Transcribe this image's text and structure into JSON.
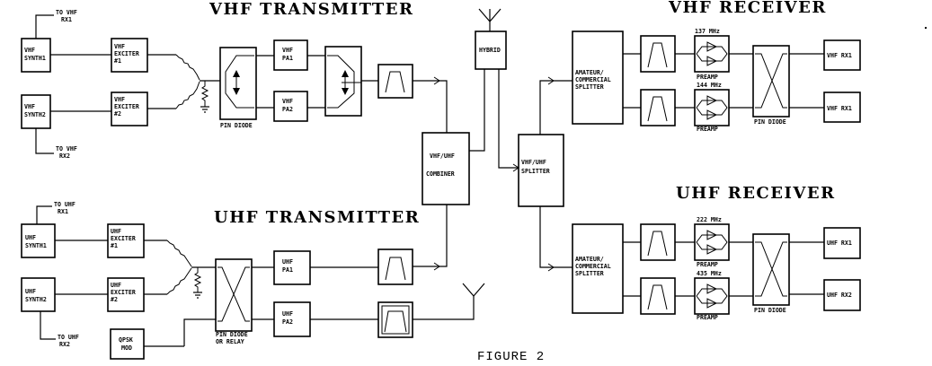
{
  "titles": {
    "vhf_tx": "VHF TRANSMITTER",
    "vhf_rx": "VHF RECEIVER",
    "uhf_tx": "UHF TRANSMITTER",
    "uhf_rx": "UHF RECEIVER",
    "figure": "FIGURE 2"
  },
  "vhf_tx": {
    "to_rx1": [
      "TO VHF",
      "RX1"
    ],
    "synth1": [
      "VHF",
      "SYNTH1"
    ],
    "synth2": [
      "VHF",
      "SYNTH2"
    ],
    "exciter1": [
      "VHF",
      "EXCITER",
      "#1"
    ],
    "exciter2": [
      "VHF",
      "EXCITER",
      "#2"
    ],
    "to_rx2": [
      "TO VHF",
      "RX2"
    ],
    "pin_diode": "PIN DIODE",
    "pa1": [
      "VHF",
      "PA1"
    ],
    "pa2": [
      "VHF",
      "PA2"
    ]
  },
  "center": {
    "hybrid": "HYBRID",
    "combiner": [
      "VHF/UHF",
      "COMBINER"
    ],
    "splitter": [
      "VHF/UHF",
      "SPLITTER"
    ]
  },
  "vhf_rx": {
    "splitter": [
      "AMATEUR/",
      "COMMERCIAL",
      "SPLITTER"
    ],
    "freq1": "137 MHz",
    "freq2": "144 MHz",
    "preamp1": "PREAMP",
    "preamp2": "PREAMP",
    "pin_diode": "PIN DIODE",
    "rx1a": "VHF RX1",
    "rx1b": "VHF RX1"
  },
  "uhf_tx": {
    "to_rx1": [
      "TO UHF",
      "RX1"
    ],
    "synth1": [
      "UHF",
      "SYNTH1"
    ],
    "synth2": [
      "UHF",
      "SYNTH2"
    ],
    "exciter1": [
      "UHF",
      "EXCITER",
      "#1"
    ],
    "exciter2": [
      "UHF",
      "EXCITER",
      "#2"
    ],
    "to_rx2": [
      "TO UHF",
      "RX2"
    ],
    "qpsk": [
      "QPSK",
      "MOD"
    ],
    "pin_diode": [
      "PIN DIODE",
      "OR RELAY"
    ],
    "pa1": [
      "UHF",
      "PA1"
    ],
    "pa2": [
      "UHF",
      "PA2"
    ]
  },
  "uhf_rx": {
    "splitter": [
      "AMATEUR/",
      "COMMERCIAL",
      "SPLITTER"
    ],
    "freq1": "222 MHz",
    "freq2": "435 MHz",
    "preamp1": "PREAMP",
    "preamp2": "PREAMP",
    "pin_diode": "PIN DIODE",
    "rx1": "UHF RX1",
    "rx2": "UHF RX2"
  }
}
